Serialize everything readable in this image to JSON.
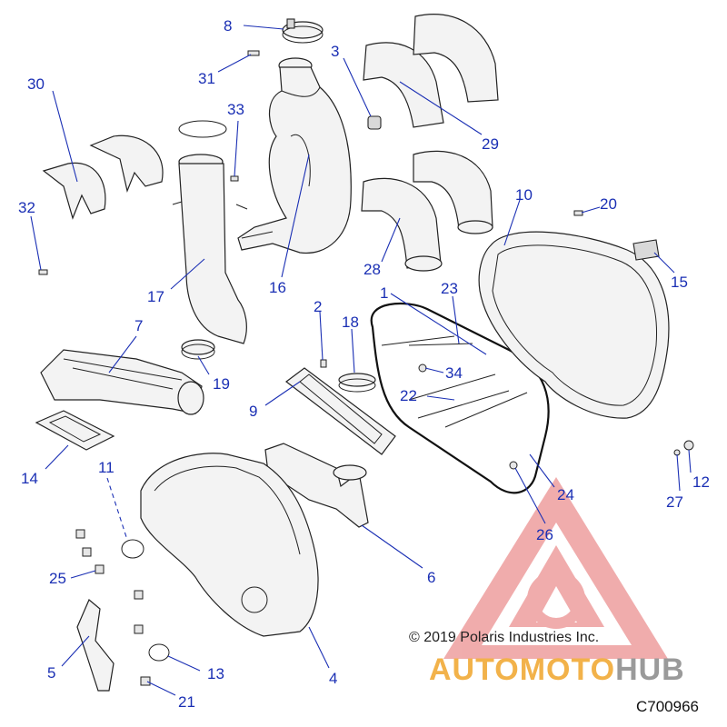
{
  "copyright": "© 2019 Polaris Industries Inc.",
  "drawing_code": "C700966",
  "watermark": {
    "brand_part1": "AUTOMOTO",
    "brand_part2": "HUB",
    "colors": {
      "triangle": "#e05a5a",
      "brand_part1": "#f2b24a",
      "brand_part2": "#9a9a9a"
    }
  },
  "callout_color": "#1a2fb4",
  "callouts": [
    {
      "id": "callout-1",
      "label": "1"
    },
    {
      "id": "callout-2",
      "label": "2"
    },
    {
      "id": "callout-3",
      "label": "3"
    },
    {
      "id": "callout-4",
      "label": "4"
    },
    {
      "id": "callout-5",
      "label": "5"
    },
    {
      "id": "callout-6",
      "label": "6"
    },
    {
      "id": "callout-7",
      "label": "7"
    },
    {
      "id": "callout-8",
      "label": "8"
    },
    {
      "id": "callout-9",
      "label": "9"
    },
    {
      "id": "callout-10",
      "label": "10"
    },
    {
      "id": "callout-11",
      "label": "11"
    },
    {
      "id": "callout-12",
      "label": "12"
    },
    {
      "id": "callout-13",
      "label": "13"
    },
    {
      "id": "callout-14",
      "label": "14"
    },
    {
      "id": "callout-15",
      "label": "15"
    },
    {
      "id": "callout-16",
      "label": "16"
    },
    {
      "id": "callout-17",
      "label": "17"
    },
    {
      "id": "callout-18",
      "label": "18"
    },
    {
      "id": "callout-19",
      "label": "19"
    },
    {
      "id": "callout-20",
      "label": "20"
    },
    {
      "id": "callout-21",
      "label": "21"
    },
    {
      "id": "callout-22",
      "label": "22"
    },
    {
      "id": "callout-23",
      "label": "23"
    },
    {
      "id": "callout-24",
      "label": "24"
    },
    {
      "id": "callout-25",
      "label": "25"
    },
    {
      "id": "callout-26",
      "label": "26"
    },
    {
      "id": "callout-27",
      "label": "27"
    },
    {
      "id": "callout-28",
      "label": "28"
    },
    {
      "id": "callout-29",
      "label": "29"
    },
    {
      "id": "callout-30",
      "label": "30"
    },
    {
      "id": "callout-31",
      "label": "31"
    },
    {
      "id": "callout-32",
      "label": "32"
    },
    {
      "id": "callout-33",
      "label": "33"
    },
    {
      "id": "callout-34",
      "label": "34"
    }
  ]
}
